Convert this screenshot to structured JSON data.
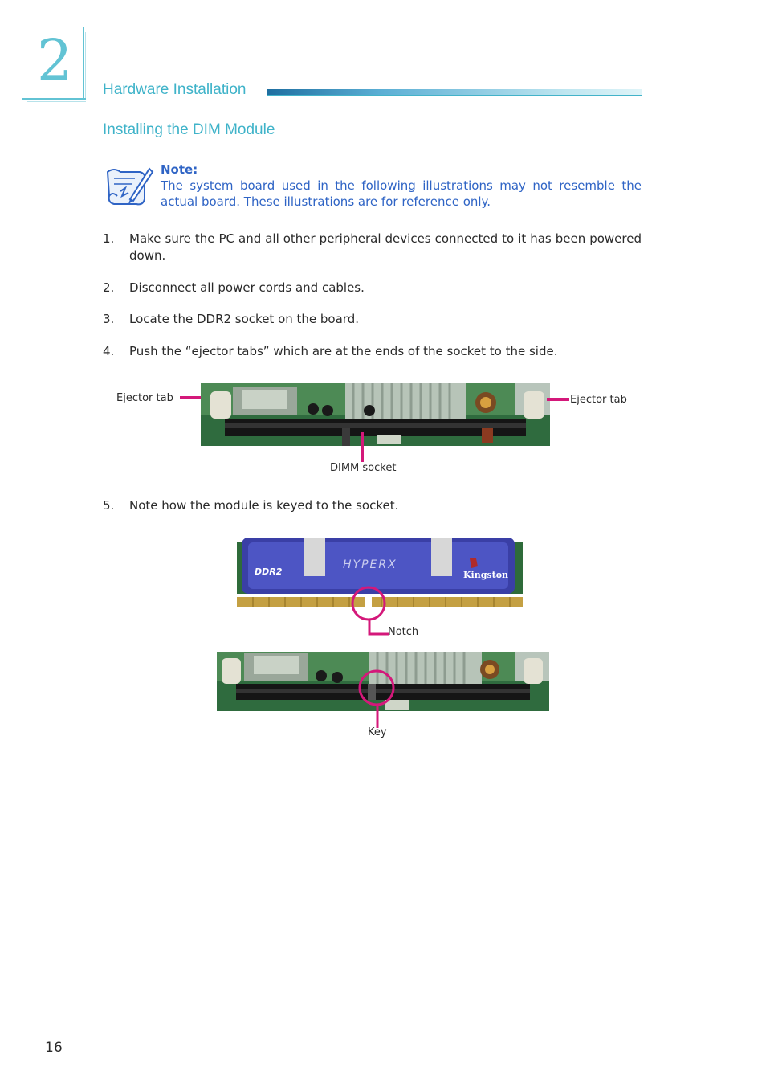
{
  "chapter": {
    "number": "2",
    "section": "Hardware Installation"
  },
  "subtitle": "Installing the DIM Module",
  "note": {
    "label": "Note:",
    "text": "The system board used in the following illustrations may not resemble the actual board. These illustrations are for reference only."
  },
  "steps": [
    {
      "num": "1.",
      "text": "Make sure the PC and all other peripheral devices connected to it has been powered down."
    },
    {
      "num": "2.",
      "text": "Disconnect all power cords and cables."
    },
    {
      "num": "3.",
      "text": "Locate the DDR2 socket on the board."
    },
    {
      "num": "4.",
      "text": "Push the “ejector tabs” which are at the ends of the socket to the side."
    },
    {
      "num": "5.",
      "text": "Note how the module is keyed to the socket."
    }
  ],
  "figure1": {
    "left_label": "Ejector tab",
    "right_label": "Ejector tab",
    "bottom_label": "DIMM socket"
  },
  "figure2": {
    "module_brand": "HYPERX",
    "module_vendor": "Kingston",
    "module_type": "DDR2",
    "notch_label": "Notch",
    "key_label": "Key"
  },
  "page_number": "16"
}
